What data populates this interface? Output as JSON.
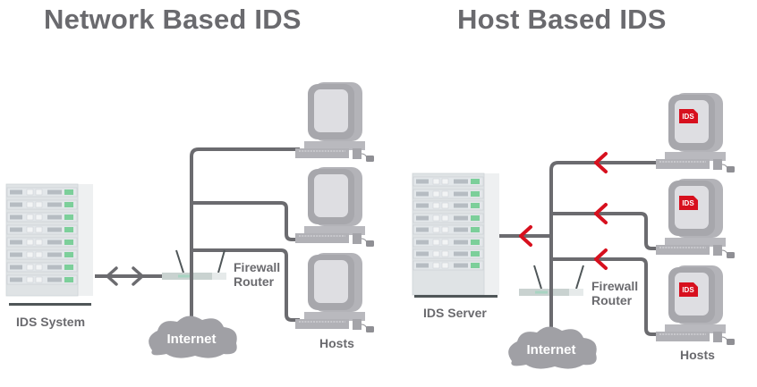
{
  "left_panel": {
    "title": "Network Based IDS",
    "ids_label": "IDS System",
    "router_label_line1": "Firewall",
    "router_label_line2": "Router",
    "cloud_label": "Internet",
    "hosts_label": "Hosts"
  },
  "right_panel": {
    "title": "Host Based IDS",
    "ids_label": "IDS Server",
    "router_label_line1": "Firewall",
    "router_label_line2": "Router",
    "cloud_label": "Internet",
    "hosts_label": "Hosts",
    "host_badge": "IDS"
  },
  "colors": {
    "line": "#6b6b6f",
    "accent": "#d7101e",
    "device_gray": "#a9a9ae",
    "screen": "#dedee2",
    "title_text": "#6a6a6e"
  }
}
